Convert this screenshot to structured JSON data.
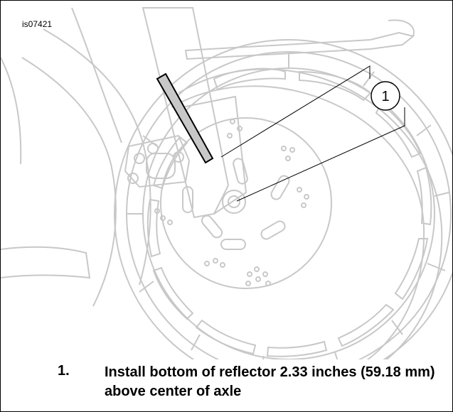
{
  "figure": {
    "id": "is07421",
    "callout_label": "1"
  },
  "caption": {
    "number": "1.",
    "text": "Install bottom of reflector 2.33 inches (59.18 mm) above center of axle"
  },
  "colors": {
    "line": "#c8c8c8",
    "ink": "#000000",
    "reflector_fill": "#c8c8c8"
  }
}
